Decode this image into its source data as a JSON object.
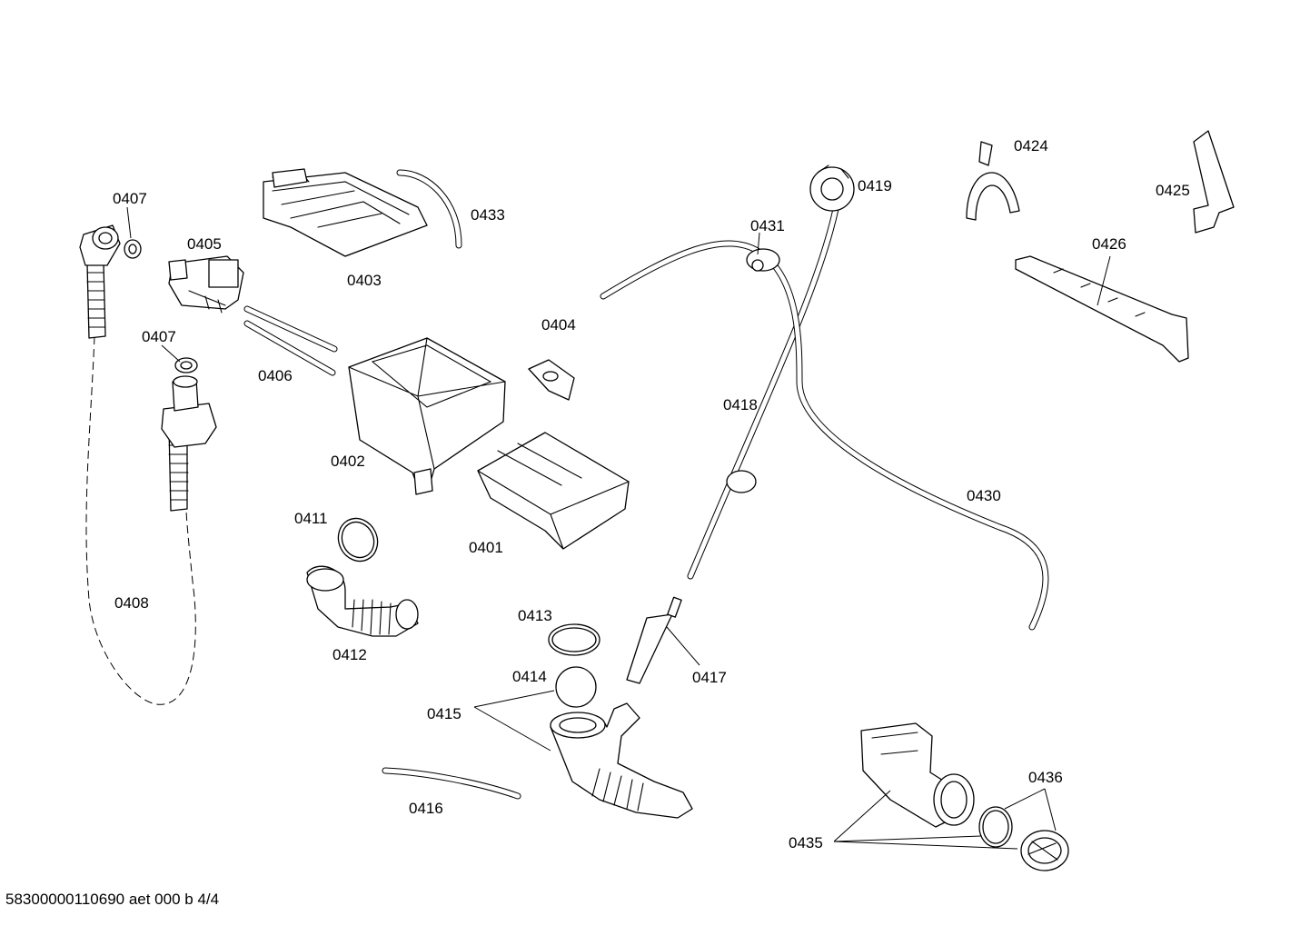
{
  "labels": {
    "p0401": "0401",
    "p0402": "0402",
    "p0403": "0403",
    "p0404": "0404",
    "p0405": "0405",
    "p0406": "0406",
    "p0407a": "0407",
    "p0407b": "0407",
    "p0408": "0408",
    "p0411": "0411",
    "p0412": "0412",
    "p0413": "0413",
    "p0414": "0414",
    "p0415": "0415",
    "p0416": "0416",
    "p0417": "0417",
    "p0418": "0418",
    "p0419": "0419",
    "p0424": "0424",
    "p0425": "0425",
    "p0426": "0426",
    "p0430": "0430",
    "p0431": "0431",
    "p0433": "0433",
    "p0435": "0435",
    "p0436": "0436"
  },
  "footer": "58300000110690 aet 000 b 4/4"
}
